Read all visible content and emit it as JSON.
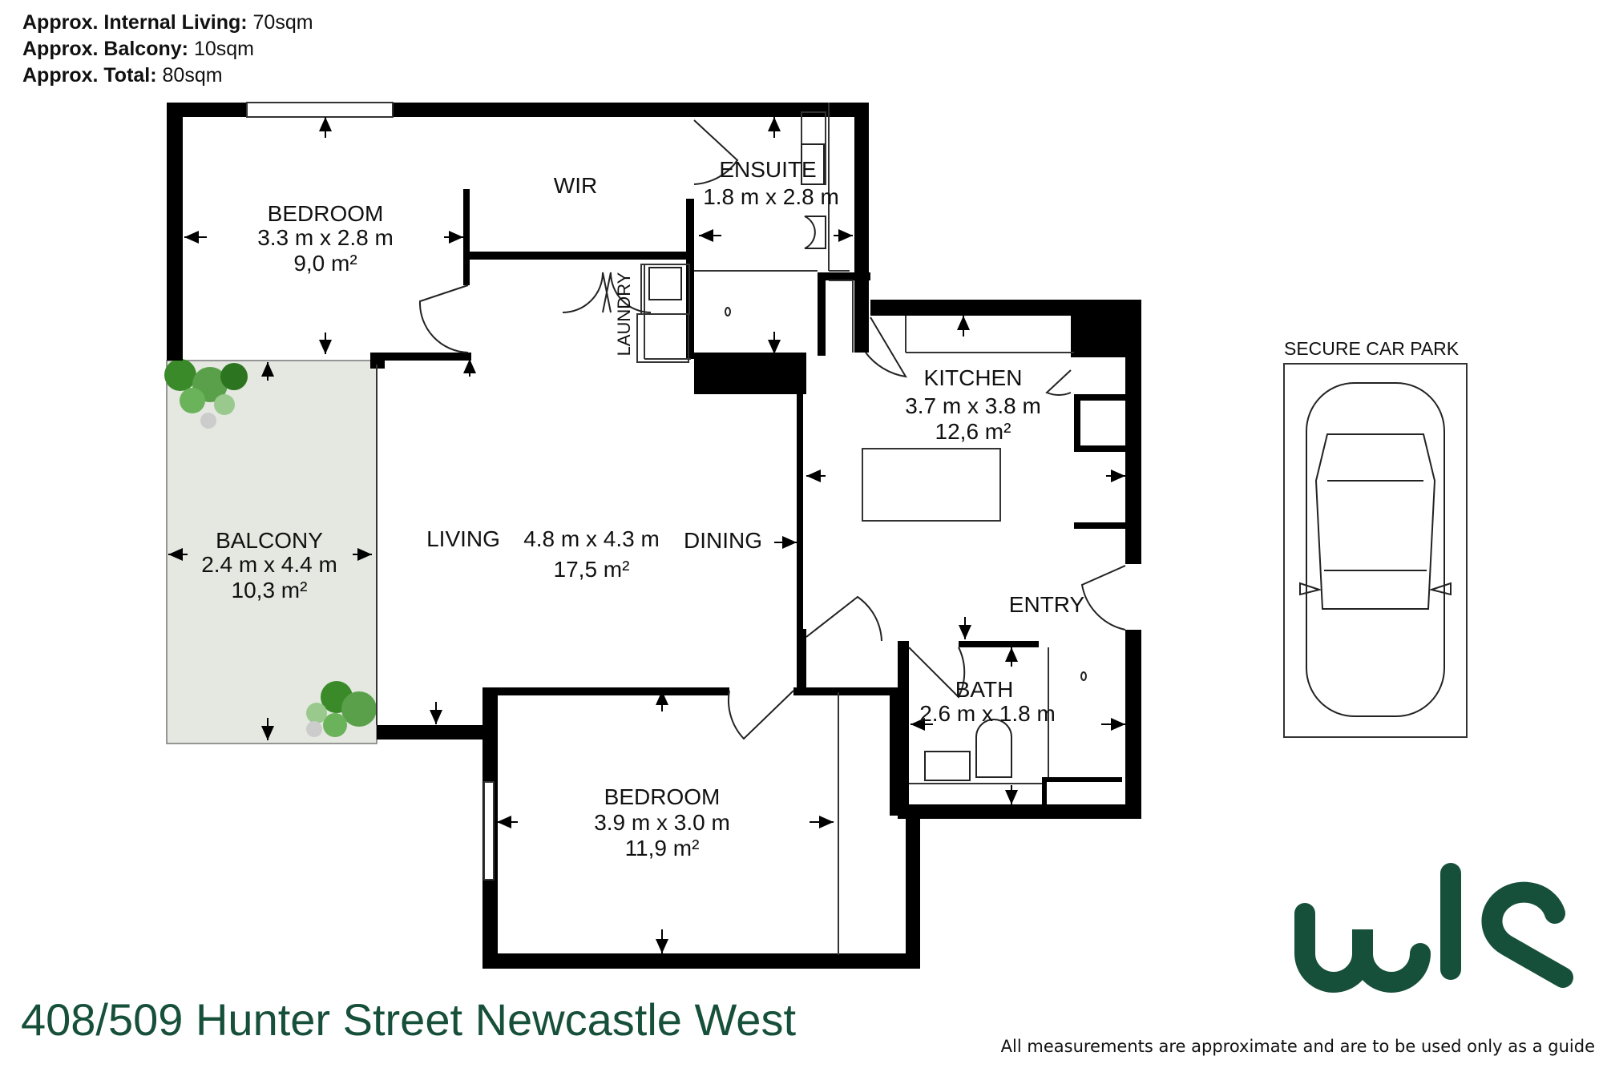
{
  "areas": [
    {
      "label": "Approx. Internal Living:",
      "value": "70sqm"
    },
    {
      "label": "Approx. Balcony:",
      "value": "10sqm"
    },
    {
      "label": "Approx. Total:",
      "value": "80sqm"
    }
  ],
  "rooms": {
    "bedroom1": {
      "name": "BEDROOM",
      "dims": "3.3 m x 2.8 m",
      "area": "9,0 m²"
    },
    "wir": {
      "name": "WIR"
    },
    "ensuite": {
      "name": "ENSUITE",
      "dims": "1.8 m x 2.8 m"
    },
    "laundry": {
      "name": "LAUNDRY"
    },
    "kitchen": {
      "name": "KITCHEN",
      "dims": "3.7 m x 3.8 m",
      "area": "12,6 m²"
    },
    "balcony": {
      "name": "BALCONY",
      "dims": "2.4 m x 4.4 m",
      "area": "10,3 m²"
    },
    "living": {
      "name": "LIVING",
      "dims": "4.8 m x 4.3 m",
      "area": "17,5 m²"
    },
    "dining": {
      "name": "DINING"
    },
    "entry": {
      "name": "ENTRY"
    },
    "bath": {
      "name": "BATH",
      "dims": "2.6 m x 1.8 m"
    },
    "bedroom2": {
      "name": "BEDROOM",
      "dims": "3.9 m x 3.0 m",
      "area": "11,9 m²"
    }
  },
  "car_park": {
    "title": "SECURE CAR PARK"
  },
  "address": "408/509 Hunter Street Newcastle West",
  "disclaimer": "All measurements are approximate and are to be used only as a guide",
  "logo": {
    "text": "wls",
    "color": "#17503a"
  },
  "colors": {
    "wall": "#000000",
    "balcony": "#e4e8e0",
    "brand": "#17503a",
    "plant": "#3a8a2a"
  }
}
